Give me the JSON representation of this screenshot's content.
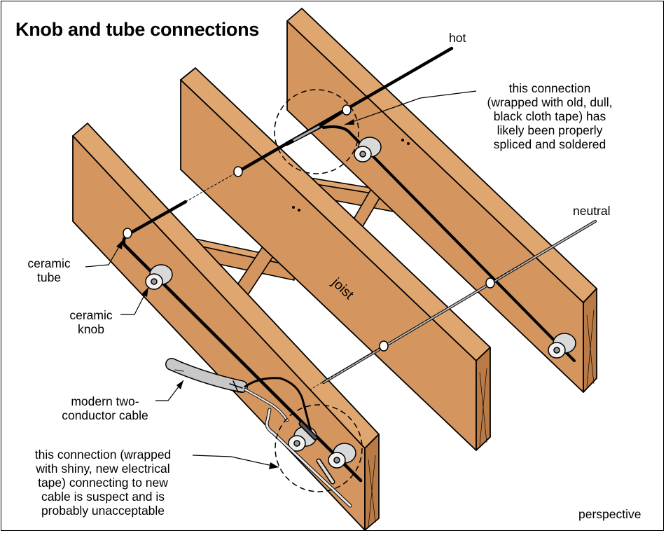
{
  "title": "Knob and tube connections",
  "labels": {
    "hot": "hot",
    "neutral": "neutral",
    "joist": "joist",
    "perspective": "perspective",
    "ceramic_tube": "ceramic\ntube",
    "ceramic_knob": "ceramic\nknob",
    "modern_cable": "modern two-\nconductor cable",
    "top_connection": "this connection\n(wrapped with old, dull,\nblack cloth tape) has\nlikely been properly\nspliced and soldered",
    "bottom_connection": "this connection (wrapped\nwith shiny, new electrical\ntape) connecting to new\ncable is suspect and is\nprobably unacceptable"
  },
  "colors": {
    "wood": "#d4955e",
    "wood_dark": "#b97a45",
    "outline": "#000000",
    "wire": "#000000",
    "neutral_wire": "#999999",
    "ceramic": "#e6e6e6",
    "modern_cable": "#bdbdbd"
  }
}
